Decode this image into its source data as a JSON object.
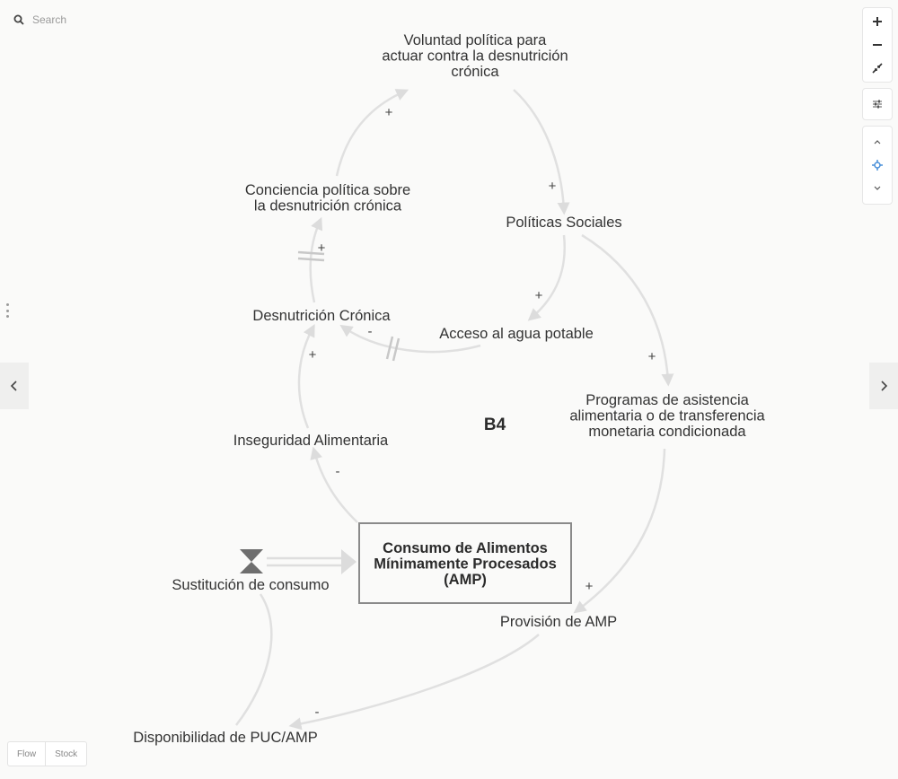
{
  "search": {
    "placeholder": "Search"
  },
  "toolbar": {
    "zoom_in_icon": "plus-icon",
    "zoom_out_icon": "minus-icon",
    "fit_icon": "collapse-icon",
    "settings_icon": "sliders-icon",
    "up_icon": "chevron-up-icon",
    "center_icon": "crosshair-icon",
    "down_icon": "chevron-down-icon"
  },
  "nav": {
    "prev_icon": "chevron-left-icon",
    "next_icon": "chevron-right-icon"
  },
  "legend_toggle": {
    "flow": "Flow",
    "stock": "Stock"
  },
  "diagram": {
    "variables": [
      {
        "id": "voluntad",
        "lines": [
          "Voluntad política para",
          "actuar contra la desnutrición",
          "crónica"
        ]
      },
      {
        "id": "conciencia",
        "lines": [
          "Conciencia política sobre",
          "la desnutrición crónica"
        ]
      },
      {
        "id": "politicas",
        "lines": [
          "Políticas Sociales"
        ]
      },
      {
        "id": "desnutricion",
        "lines": [
          "Desnutrición Crónica"
        ]
      },
      {
        "id": "agua",
        "lines": [
          "Acceso al agua potable"
        ]
      },
      {
        "id": "programas",
        "lines": [
          "Programas de asistencia",
          "alimentaria o de transferencia",
          "monetaria condicionada"
        ]
      },
      {
        "id": "inseguridad",
        "lines": [
          "Inseguridad Alimentaria"
        ]
      },
      {
        "id": "sustitucion",
        "lines": [
          "Sustitución de consumo"
        ]
      },
      {
        "id": "provision",
        "lines": [
          "Provisión de AMP"
        ]
      },
      {
        "id": "disponibilidad",
        "lines": [
          "Disponibilidad de PUC/AMP"
        ]
      }
    ],
    "stock": {
      "id": "consumo",
      "lines": [
        "Consumo de Alimentos",
        "Mínimamente Procesados",
        "(AMP)"
      ]
    },
    "loop_label": "B4",
    "links": [
      {
        "from": "conciencia",
        "to": "voluntad",
        "polarity": "+"
      },
      {
        "from": "voluntad",
        "to": "politicas",
        "polarity": "+"
      },
      {
        "from": "politicas",
        "to": "agua",
        "polarity": "+"
      },
      {
        "from": "politicas",
        "to": "programas",
        "polarity": "+"
      },
      {
        "from": "agua",
        "to": "desnutricion",
        "polarity": "-",
        "delay": true
      },
      {
        "from": "desnutricion",
        "to": "conciencia",
        "polarity": "+",
        "delay": true
      },
      {
        "from": "inseguridad",
        "to": "desnutricion",
        "polarity": "+"
      },
      {
        "from": "consumo",
        "to": "inseguridad",
        "polarity": "-"
      },
      {
        "from": "programas",
        "to": "provision",
        "polarity": "+"
      },
      {
        "from": "provision",
        "to": "disponibilidad",
        "polarity": "-"
      },
      {
        "from": "disponibilidad",
        "to": "sustitucion",
        "polarity": ""
      }
    ],
    "flow": {
      "from": "source",
      "to": "consumo",
      "valve": "sustitucion"
    }
  }
}
